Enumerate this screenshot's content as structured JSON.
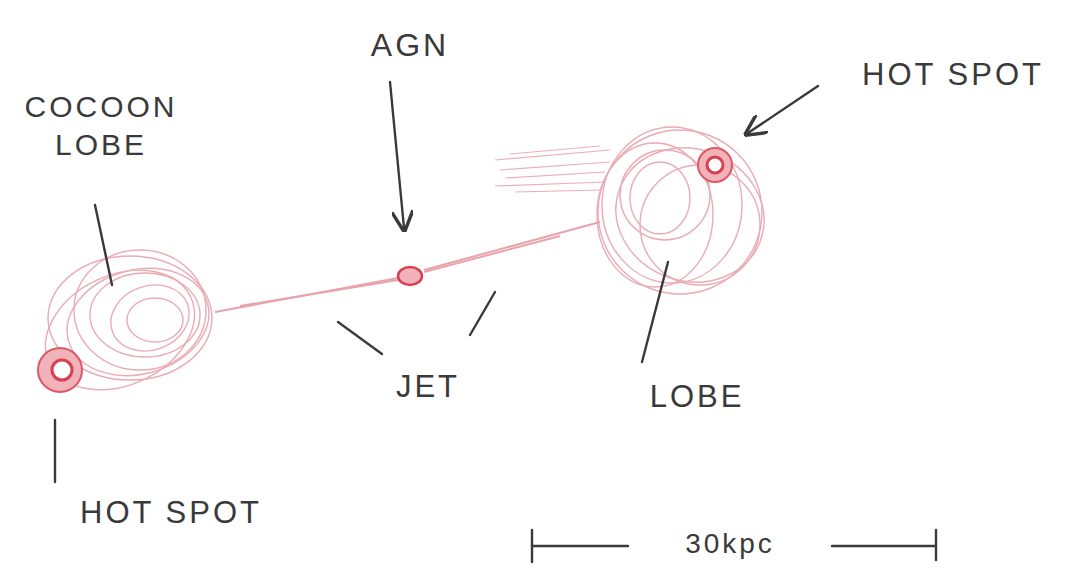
{
  "diagram": {
    "labels": [
      "AGN",
      "HOT SPOT",
      "COCOON LOBE",
      "JET",
      "LOBE",
      "HOT SPOT",
      "30kpc"
    ]
  }
}
